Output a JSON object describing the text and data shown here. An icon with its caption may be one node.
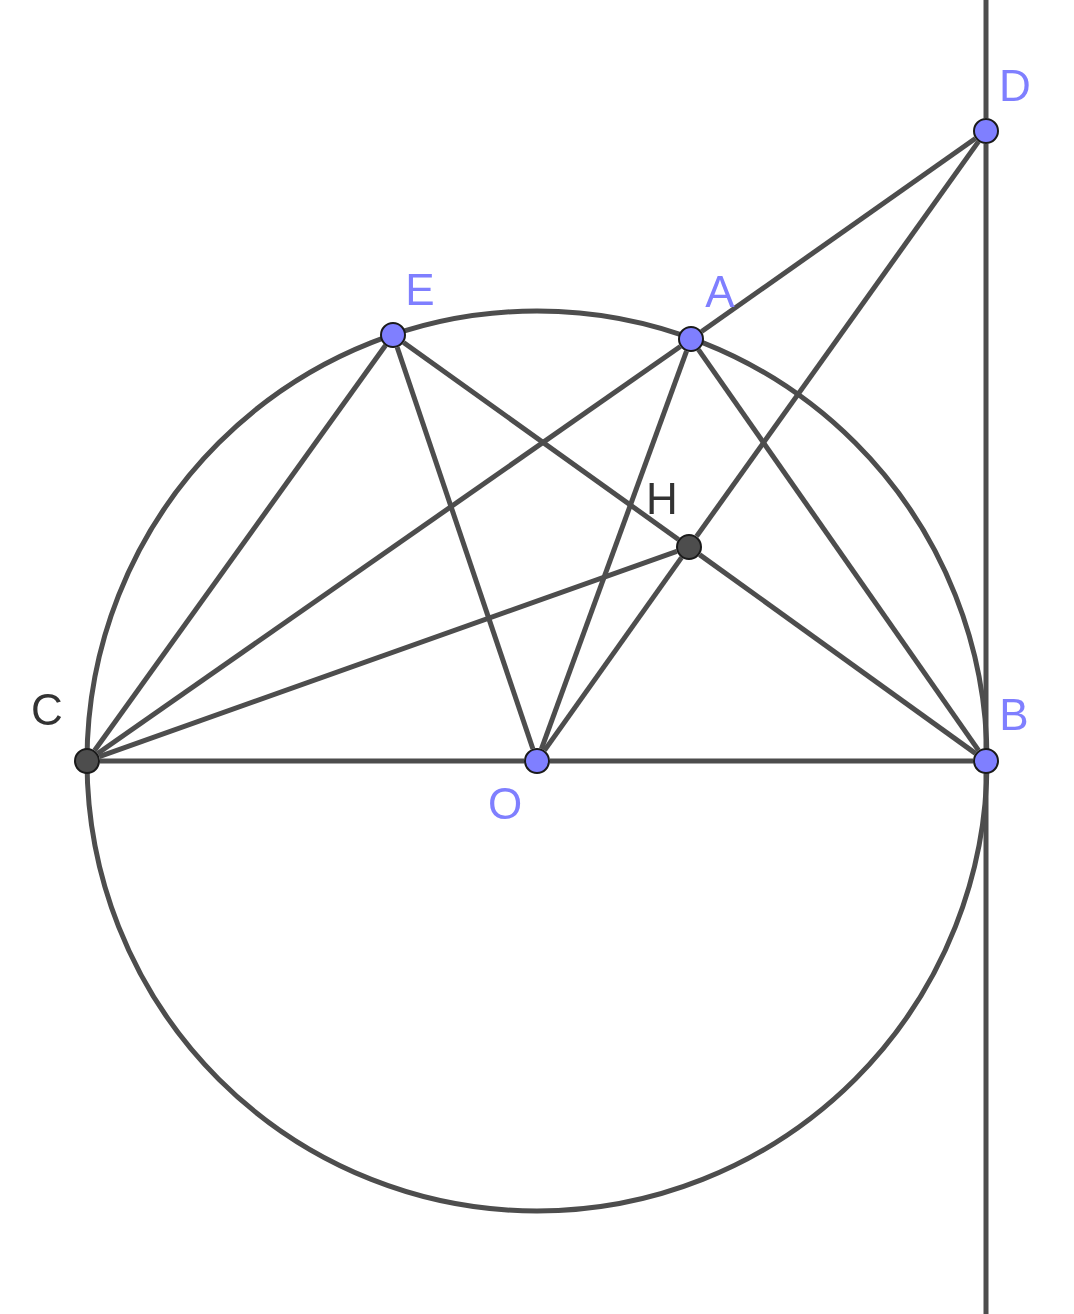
{
  "diagram": {
    "nodes": [
      {
        "text": [],
        "shape": "circle",
        "beside": [
          "C"
        ]
      },
      {
        "text": [],
        "shape": "circle",
        "beside": [
          "E"
        ]
      },
      {
        "text": [],
        "shape": "circle",
        "beside": [
          "A"
        ]
      },
      {
        "text": [],
        "shape": "circle",
        "beside": [
          "D"
        ]
      },
      {
        "text": [],
        "shape": "circle",
        "beside": [
          "H"
        ]
      },
      {
        "text": [],
        "shape": "circle",
        "beside": [
          "O"
        ]
      },
      {
        "text": [],
        "shape": "circle",
        "beside": [
          "B"
        ]
      }
    ],
    "edges": [
      {
        "from": 0,
        "to": 5,
        "arrow": "none"
      },
      {
        "from": 5,
        "to": 6,
        "arrow": "none"
      },
      {
        "from": 0,
        "to": 1,
        "arrow": "none"
      },
      {
        "from": 0,
        "to": 2,
        "arrow": "none"
      },
      {
        "from": 2,
        "to": 3,
        "arrow": "none"
      },
      {
        "from": 0,
        "to": 4,
        "arrow": "none"
      },
      {
        "from": 1,
        "to": 5,
        "arrow": "none"
      },
      {
        "from": 1,
        "to": 4,
        "arrow": "none"
      },
      {
        "from": 4,
        "to": 6,
        "arrow": "none"
      },
      {
        "from": 2,
        "to": 5,
        "arrow": "none"
      },
      {
        "from": 2,
        "to": 6,
        "arrow": "none"
      },
      {
        "from": 3,
        "to": 4,
        "arrow": "none"
      },
      {
        "from": 4,
        "to": 5,
        "arrow": "none"
      },
      {
        "from": 3,
        "to": 6,
        "arrow": "none"
      }
    ]
  }
}
